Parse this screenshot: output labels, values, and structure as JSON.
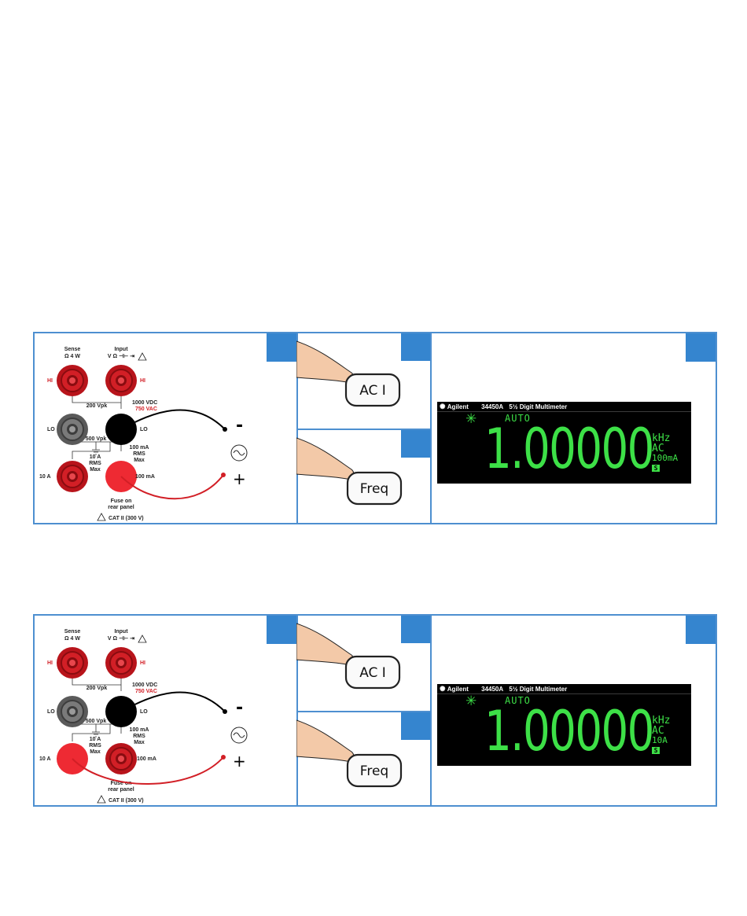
{
  "panels": [
    {
      "id": "ac-current-100ma",
      "terminals": {
        "sense_label": "Sense",
        "sense_sub": "Ω 4 W",
        "input_label": "Input",
        "input_sub": "V Ω ⊣⊢ ⇥",
        "hi_left": "HI",
        "hi_right": "HI",
        "v200": "200 Vpk",
        "v1000": "1000 VDC",
        "v750": "750 VAC",
        "lo_left": "LO",
        "lo_right": "LO",
        "v500": "500 Vpk",
        "ma100_a": "100 mA",
        "ma100_b": "RMS",
        "ma100_c": "Max",
        "a10_a": "10 A",
        "a10_b": "RMS",
        "a10_c": "Max",
        "t10a": "10 A",
        "t100ma": "100 mA",
        "fuse_a": "Fuse on",
        "fuse_b": "rear panel",
        "cat": "CAT II (300 V)",
        "minus": "-",
        "plus": "+",
        "active_current": "100mA"
      },
      "keys": {
        "top": "AC I",
        "bottom": "Freq"
      },
      "display": {
        "brand": "Agilent",
        "model": "34450A",
        "title": "5½ Digit Multimeter",
        "annunciator": "✳",
        "mode": "AUTO",
        "reading": "1.00000",
        "unit": "kHz",
        "coupling": "AC",
        "range": "100mA",
        "badge": "S"
      }
    },
    {
      "id": "ac-current-10a",
      "terminals": {
        "sense_label": "Sense",
        "sense_sub": "Ω 4 W",
        "input_label": "Input",
        "input_sub": "V Ω ⊣⊢ ⇥",
        "hi_left": "HI",
        "hi_right": "HI",
        "v200": "200 Vpk",
        "v1000": "1000 VDC",
        "v750": "750 VAC",
        "lo_left": "LO",
        "lo_right": "LO",
        "v500": "500 Vpk",
        "ma100_a": "100 mA",
        "ma100_b": "RMS",
        "ma100_c": "Max",
        "a10_a": "10 A",
        "a10_b": "RMS",
        "a10_c": "Max",
        "t10a": "10 A",
        "t100ma": "100 mA",
        "fuse_a": "Fuse on",
        "fuse_b": "rear panel",
        "cat": "CAT II (300 V)",
        "minus": "-",
        "plus": "+",
        "active_current": "10A"
      },
      "keys": {
        "top": "AC I",
        "bottom": "Freq"
      },
      "display": {
        "brand": "Agilent",
        "model": "34450A",
        "title": "5½ Digit Multimeter",
        "annunciator": "✳",
        "mode": "AUTO",
        "reading": "1.00000",
        "unit": "kHz",
        "coupling": "AC",
        "range": "10A",
        "badge": "S"
      }
    }
  ],
  "colors": {
    "border": "#4d8fd0",
    "tab": "#3585cf",
    "lcd_text": "#3de047",
    "lead_red": "#d21f26",
    "lead_black": "#000000"
  }
}
